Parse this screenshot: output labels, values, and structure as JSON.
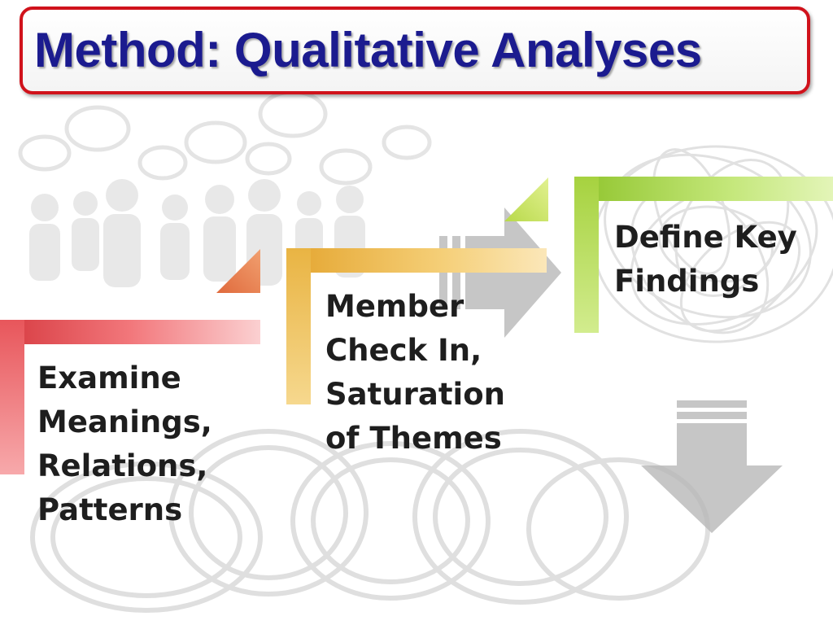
{
  "title": "Method: Qualitative Analyses",
  "steps": [
    {
      "lines": [
        "Examine",
        "Meanings,",
        "Relations,",
        "Patterns"
      ],
      "color": "#e8565b"
    },
    {
      "lines": [
        "Member",
        "Check In,",
        "Saturation",
        "of Themes"
      ],
      "color": "#e9b443"
    },
    {
      "lines": [
        "Define Key",
        "Findings"
      ],
      "color": "#a6d23f"
    }
  ],
  "icons": [
    "speech-bubbles-people-image",
    "coiled-cables-image",
    "tangled-yarn-image",
    "right-arrow-icon",
    "down-arrow-icon"
  ]
}
